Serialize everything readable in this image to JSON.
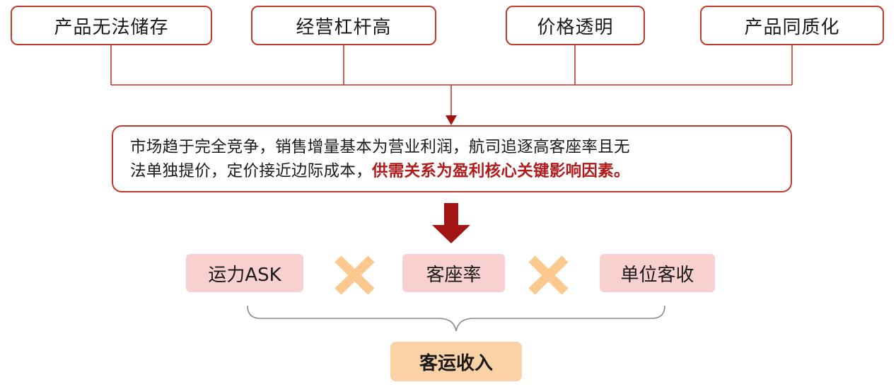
{
  "factors": [
    {
      "label": "产品无法储存"
    },
    {
      "label": "经营杠杆高"
    },
    {
      "label": "价格透明"
    },
    {
      "label": "产品同质化"
    }
  ],
  "summary": {
    "line1": "市场趋于完全竞争，销售增量基本为营业利润，航司追逐高客座率且无",
    "line2_plain": "法单独提价，定价接近边际成本，",
    "line2_emphasis": "供需关系为盈利核心关键影响因素。"
  },
  "metrics": [
    {
      "label": "运力ASK"
    },
    {
      "label": "客座率"
    },
    {
      "label": "单位客收"
    }
  ],
  "result": {
    "label": "客运收入"
  },
  "colors": {
    "border_red": "#c0392b",
    "arrow_red": "#a31515",
    "metric_bg": "#f9d0d0",
    "multiply_orange": "#fbc98e",
    "result_bg": "#fad2a6",
    "emphasis_text": "#b01c1c"
  }
}
